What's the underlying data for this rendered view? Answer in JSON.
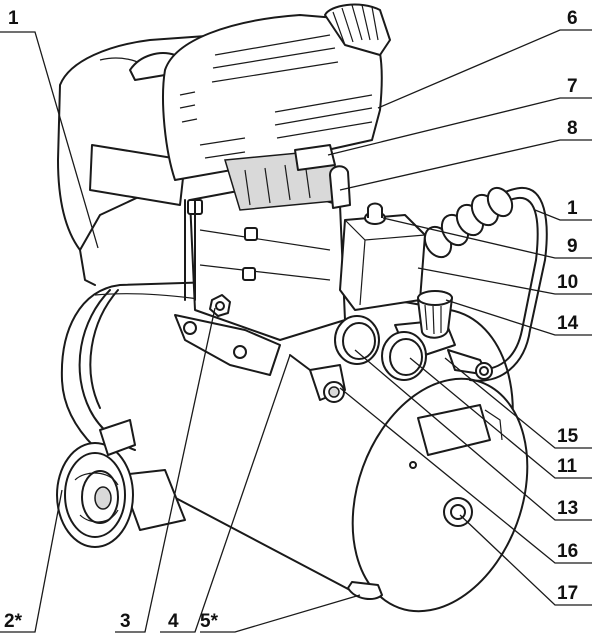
{
  "callouts": {
    "c1_left": "1",
    "c6": "6",
    "c7": "7",
    "c8": "8",
    "c1_right": "1",
    "c9": "9",
    "c10": "10",
    "c14": "14",
    "c15": "15",
    "c11": "11",
    "c13": "13",
    "c16": "16",
    "c17": "17",
    "c2": "2*",
    "c3": "3",
    "c4": "4",
    "c5": "5*"
  },
  "colors": {
    "line": "#1a1a1a",
    "background": "#ffffff",
    "shade": "#d9d9d9"
  }
}
